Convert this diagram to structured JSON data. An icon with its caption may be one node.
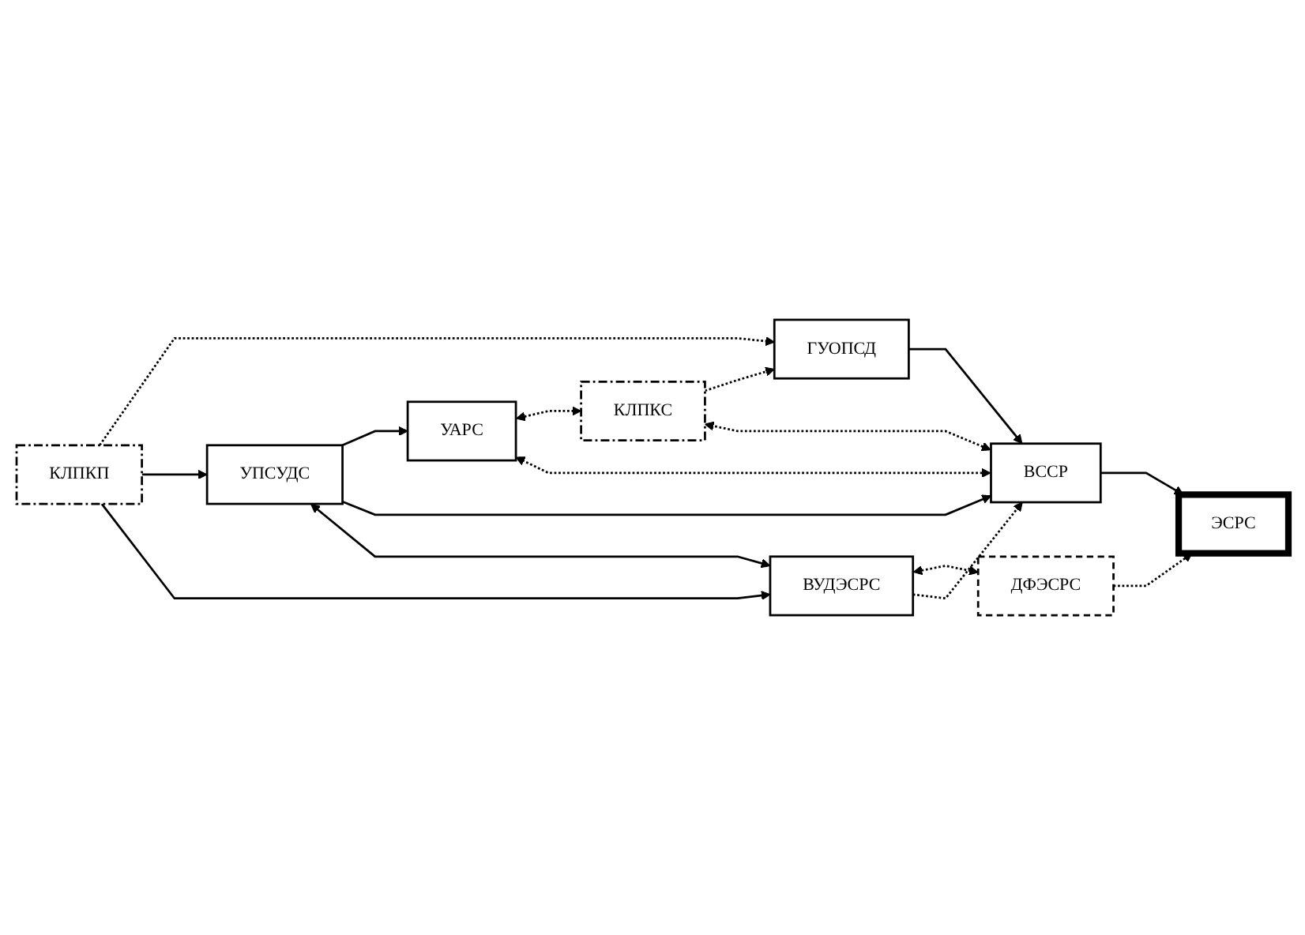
{
  "diagram": {
    "nodes": [
      {
        "text": [
          "УПСУДС"
        ]
      },
      {
        "text": [
          "УАРС"
        ]
      },
      {
        "text": [
          "КЛПКС"
        ]
      },
      {
        "text": [
          "ГУОПСД"
        ]
      },
      {
        "text": [
          "ВССР"
        ]
      },
      {
        "text": [
          "ЭСРС"
        ]
      },
      {
        "text": [
          "КЛПКП"
        ]
      },
      {
        "text": [
          "ДФЭСРС"
        ]
      },
      {
        "text": [
          "ВУДЭСРС"
        ]
      }
    ],
    "edges": [
      {
        "from": 0,
        "to": 1,
        "arrow": "to"
      },
      {
        "from": 0,
        "to": 4,
        "arrow": "to"
      },
      {
        "from": 4,
        "to": 1,
        "arrow": "both",
        "style": "dashed"
      },
      {
        "from": 1,
        "to": 2,
        "arrow": "both",
        "style": "dashed"
      },
      {
        "from": 4,
        "to": 2,
        "arrow": "both",
        "style": "dashed"
      },
      {
        "from": 2,
        "to": 3,
        "arrow": "to",
        "style": "dashed"
      },
      {
        "from": 3,
        "to": 4,
        "arrow": "to"
      },
      {
        "from": 4,
        "to": 5,
        "arrow": "to"
      },
      {
        "from": 6,
        "to": 3,
        "arrow": "to",
        "style": "dashed"
      },
      {
        "from": 7,
        "to": 5,
        "arrow": "to",
        "style": "dashed"
      },
      {
        "from": 8,
        "to": 7,
        "arrow": "both",
        "style": "dashed"
      },
      {
        "from": 8,
        "to": 4,
        "arrow": "to",
        "style": "dashed"
      },
      {
        "from": 0,
        "to": 8,
        "arrow": "both"
      },
      {
        "from": 6,
        "to": 0,
        "arrow": "to"
      },
      {
        "from": 6,
        "to": 8,
        "arrow": "to"
      }
    ]
  }
}
